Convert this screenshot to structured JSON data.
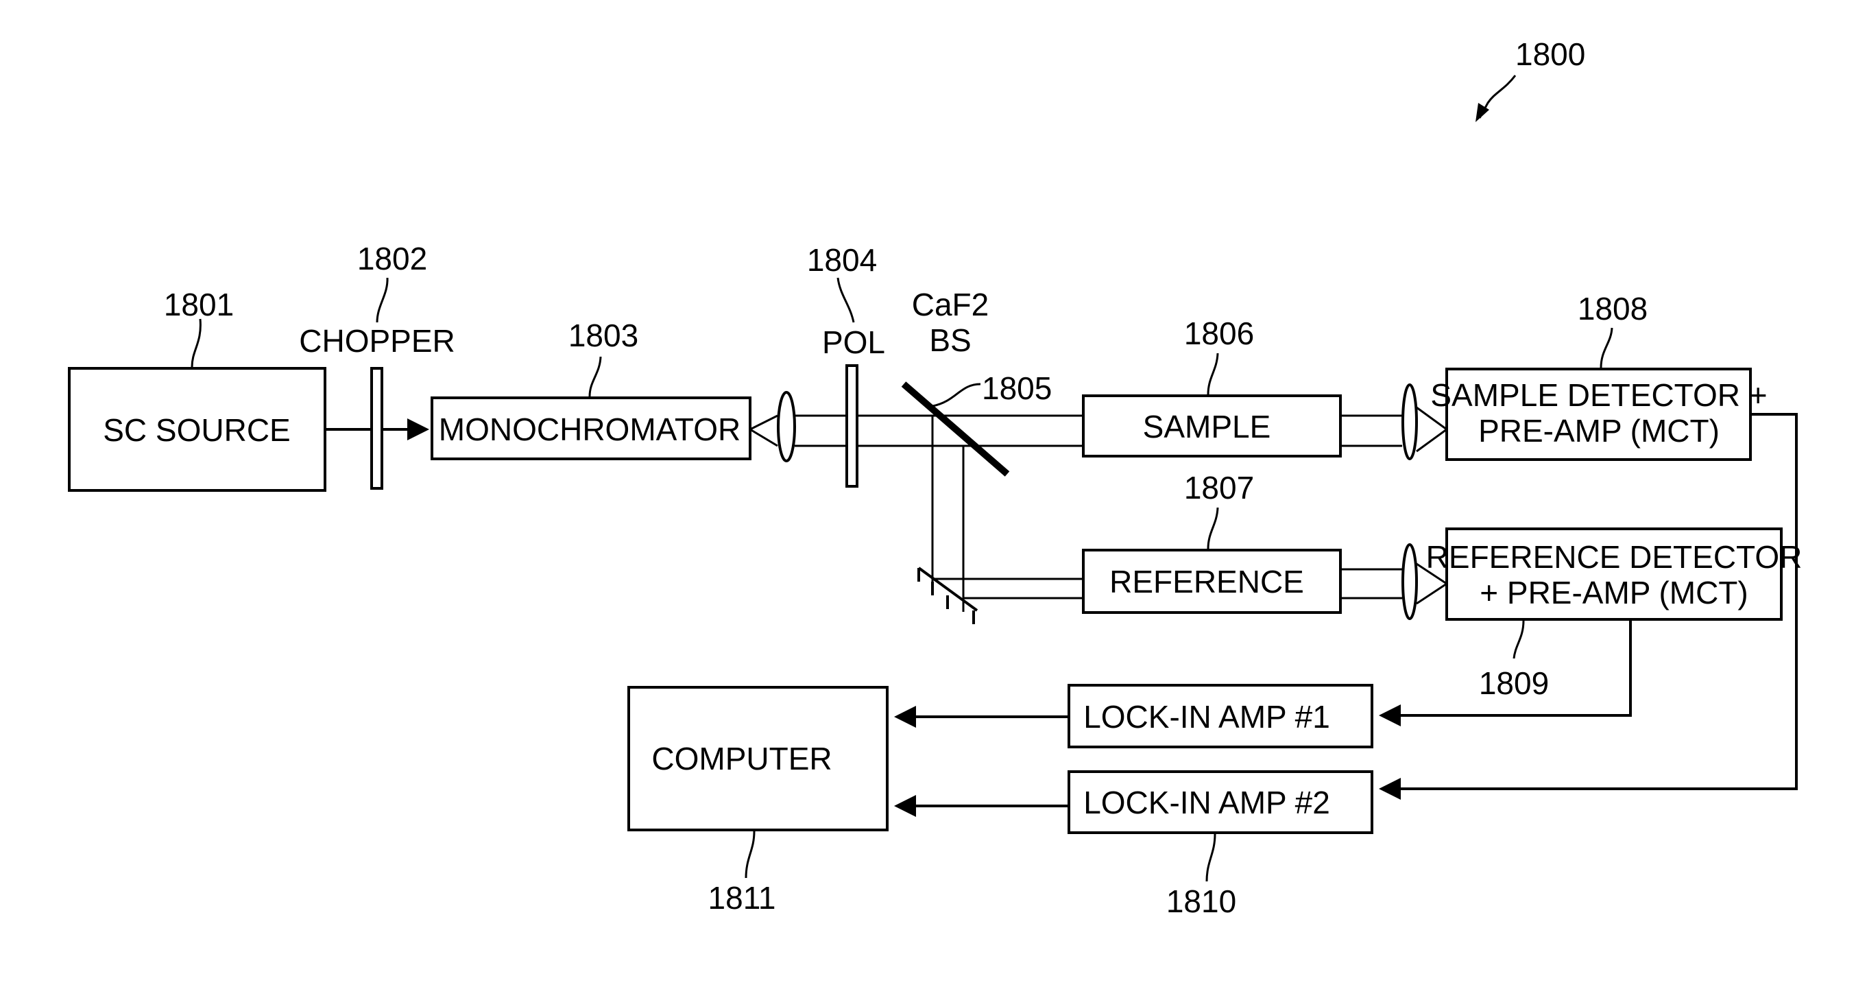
{
  "figure": {
    "reference_numeral": "1800",
    "colors": {
      "ink": "#000000",
      "background": "#ffffff"
    }
  },
  "components": {
    "sc_source": {
      "numeral": "1801",
      "label": "SC SOURCE"
    },
    "chopper": {
      "numeral": "1802",
      "label": "CHOPPER"
    },
    "monochromator": {
      "numeral": "1803",
      "label": "MONOCHROMATOR"
    },
    "polarizer": {
      "numeral": "1804",
      "label": "POL"
    },
    "beam_splitter": {
      "numeral": "1805",
      "label_line1": "CaF2",
      "label_line2": "BS"
    },
    "sample": {
      "numeral": "1806",
      "label": "SAMPLE"
    },
    "reference": {
      "numeral": "1807",
      "label": "REFERENCE"
    },
    "sample_detector": {
      "numeral": "1808",
      "label_line1": "SAMPLE DETECTOR +",
      "label_line2": "PRE-AMP (MCT)"
    },
    "reference_detector": {
      "numeral": "1809",
      "label_line1": "REFERENCE DETECTOR",
      "label_line2": "+ PRE-AMP (MCT)"
    },
    "lockin_1": {
      "label": "LOCK-IN AMP #1"
    },
    "lockin_2": {
      "numeral": "1810",
      "label": "LOCK-IN AMP #2"
    },
    "computer": {
      "numeral": "1811",
      "label": "COMPUTER"
    }
  }
}
